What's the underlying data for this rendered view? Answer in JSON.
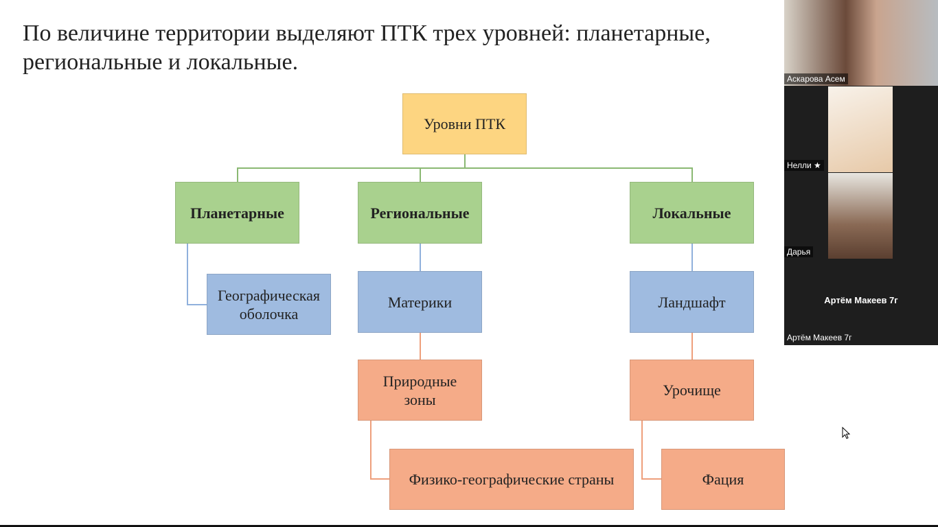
{
  "slide": {
    "title_line1": "По величине территории выделяют ПТК трех уровней: планетарные,",
    "title_line2": "региональные и локальные.",
    "root": "Уровни ПТК",
    "levels": [
      "Планетарные",
      "Региональные",
      "Локальные"
    ],
    "planetary": [
      "Географическая оболочка"
    ],
    "regional": [
      "Материки",
      "Природные зоны",
      "Физико-географические страны"
    ],
    "local": [
      "Ландшафт",
      "Урочище",
      "Фация"
    ]
  },
  "participants": [
    {
      "name": "Аскарова Асем"
    },
    {
      "name": "Нелли ★"
    },
    {
      "name": "Дарья"
    },
    {
      "name": "Артём Макеев 7г",
      "center_label": "Артём Макеев 7г"
    }
  ],
  "colors": {
    "root": "#fdd581",
    "level": "#a9d18e",
    "blue": "#9fbbe0",
    "orange": "#f5ab88"
  }
}
